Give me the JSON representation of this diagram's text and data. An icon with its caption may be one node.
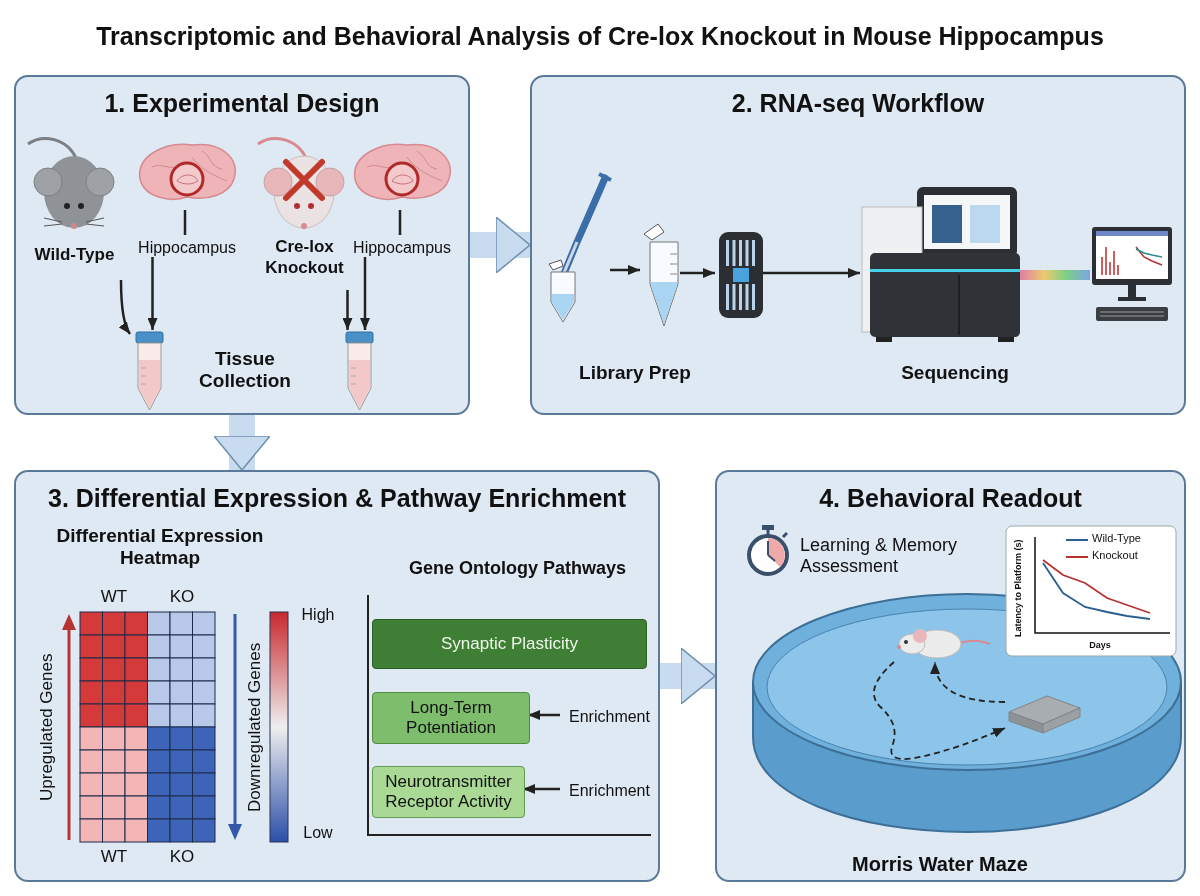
{
  "diagram": {
    "title": "Transcriptomic and Behavioral Analysis of Cre-lox Knockout in Mouse Hippocampus",
    "nodes": [
      {
        "text": [
          "1. Experimental Design"
        ]
      },
      {
        "text": [
          "Wild-Type"
        ],
        "in": 0
      },
      {
        "text": [],
        "shape": "picture",
        "in": 0
      },
      {
        "text": [
          "Hippocampus"
        ],
        "in": 0
      },
      {
        "text": [],
        "shape": "picture",
        "in": 0
      },
      {
        "text": [
          "Cre-lox Knockout"
        ],
        "in": 0
      },
      {
        "text": [],
        "shape": "picture",
        "in": 0
      },
      {
        "text": [
          "Hippocampus"
        ],
        "in": 0
      },
      {
        "text": [],
        "shape": "picture",
        "in": 0
      },
      {
        "text": [
          "2. RNA-seq Workflow"
        ]
      },
      {
        "text": [],
        "shape": "picture",
        "in": 9
      },
      {
        "text": [],
        "shape": "picture",
        "in": 9
      },
      {
        "text": [],
        "shape": "picture",
        "in": 9
      },
      {
        "text": [],
        "shape": "picture",
        "in": 9
      },
      {
        "text": [],
        "shape": "picture",
        "in": 9
      },
      {
        "text": [
          "3. Differential Expression & Pathway Enrichment"
        ]
      },
      {
        "text": [
          "Synaptic Plasticity"
        ],
        "in": 15
      },
      {
        "text": [
          "Long-Term Potentiation"
        ],
        "in": 15
      },
      {
        "text": [
          "Neurotransmitter Receptor Activity"
        ],
        "in": 15
      },
      {
        "text": [
          "Enrichment"
        ],
        "in": 15
      },
      {
        "text": [
          "Enrichment"
        ],
        "in": 15
      },
      {
        "text": [
          "4. Behavioral Readout"
        ]
      },
      {
        "text": [],
        "shape": "picture",
        "in": 21
      },
      {
        "text": [],
        "shape": "picture",
        "in": 21
      }
    ],
    "edges": [
      {
        "from": 3,
        "to": 2,
        "arrow": "none"
      },
      {
        "from": 1,
        "to": 4,
        "arrow": "to"
      },
      {
        "from": 3,
        "to": 4,
        "arrow": "to"
      },
      {
        "from": 7,
        "to": 6,
        "arrow": "none"
      },
      {
        "from": 5,
        "to": 8,
        "arrow": "to"
      },
      {
        "from": 7,
        "to": 8,
        "arrow": "to"
      },
      {
        "from": 10,
        "to": 11,
        "arrow": "to"
      },
      {
        "from": 11,
        "to": 12,
        "arrow": "to"
      },
      {
        "from": 12,
        "to": 13,
        "arrow": "to"
      },
      {
        "from": 13,
        "to": 14,
        "arrow": "none",
        "style": "thick"
      },
      {
        "from": 19,
        "to": 17,
        "arrow": "to"
      },
      {
        "from": 20,
        "to": 18,
        "arrow": "to"
      },
      {
        "from": 22,
        "to": 23,
        "arrow": "to",
        "style": "dashed"
      },
      {
        "from": 23,
        "to": 22,
        "arrow": "to",
        "style": "dashed"
      },
      {
        "from": 0,
        "to": 9,
        "arrow": "to",
        "style": "thick",
        "color": "#c9dbee"
      },
      {
        "from": 0,
        "to": 15,
        "arrow": "to",
        "style": "thick",
        "color": "#c9dbee"
      },
      {
        "from": 15,
        "to": 21,
        "arrow": "to",
        "style": "thick",
        "color": "#c9dbee"
      }
    ],
    "labels": [
      "Tissue Collection",
      "Library Prep",
      "Sequencing",
      "Differential Expression Heatmap",
      "WT",
      "KO",
      "Upregulated Genes",
      "Downregulated Genes",
      "High",
      "Low",
      "WT",
      "KO",
      "Gene Ontology Pathways",
      "Learning & Memory Assessment",
      "Latency to Platform (s)",
      "Days",
      "Morris Water Maze"
    ],
    "legend": [
      {
        "text": "Wild-Type"
      },
      {
        "text": "Knockout"
      }
    ]
  }
}
